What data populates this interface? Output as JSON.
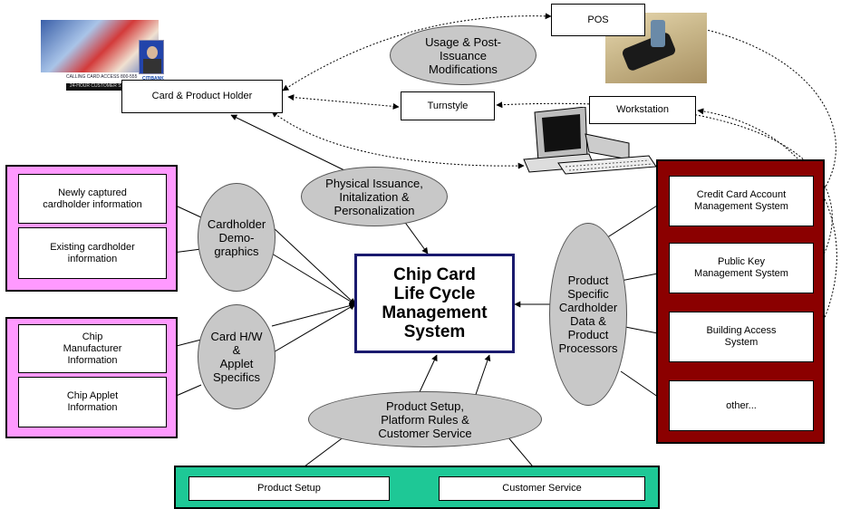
{
  "central": {
    "title": "Chip Card\nLife Cycle\nManagement\nSystem"
  },
  "top": {
    "pos": "POS",
    "card_holder": "Card & Product Holder",
    "turnstyle": "Turnstyle",
    "workstation": "Workstation",
    "usage_ellipse": "Usage & Post-\nIssuance\nModifications",
    "card_image_line1": "CALLING CARD ACCESS 800-555",
    "card_image_line2": "24-HOUR CUSTOMER SERVICE",
    "card_image_brand": "CITIBANK"
  },
  "issuance_ellipse": "Physical Issuance,\nInitalization &\nPersonalization",
  "cardholder": {
    "ellipse": "Cardholder\nDemo-\ngraphics",
    "items": [
      "Newly captured\ncardholder information",
      "Existing cardholder\ninformation"
    ]
  },
  "chip": {
    "ellipse": "Card H/W\n&\nApplet\nSpecifics",
    "items": [
      "Chip\nManufacturer\nInformation",
      "Chip Applet\nInformation"
    ]
  },
  "product": {
    "ellipse": "Product\nSpecific\nCardholder\nData &\nProduct\nProcessors",
    "systems": [
      "Credit Card Account\nManagement System",
      "Public  Key\nManagement System",
      "Building Access\nSystem",
      "other..."
    ]
  },
  "setup": {
    "ellipse": "Product Setup,\nPlatform Rules &\nCustomer Service",
    "items": [
      "Product Setup",
      "Customer Service"
    ]
  },
  "colors": {
    "pink_panel": "#ff99ff",
    "red_panel": "#8b0000",
    "green_panel": "#1ec896",
    "ellipse_fill": "#c8c8c8",
    "central_border": "#1a1a6e"
  }
}
